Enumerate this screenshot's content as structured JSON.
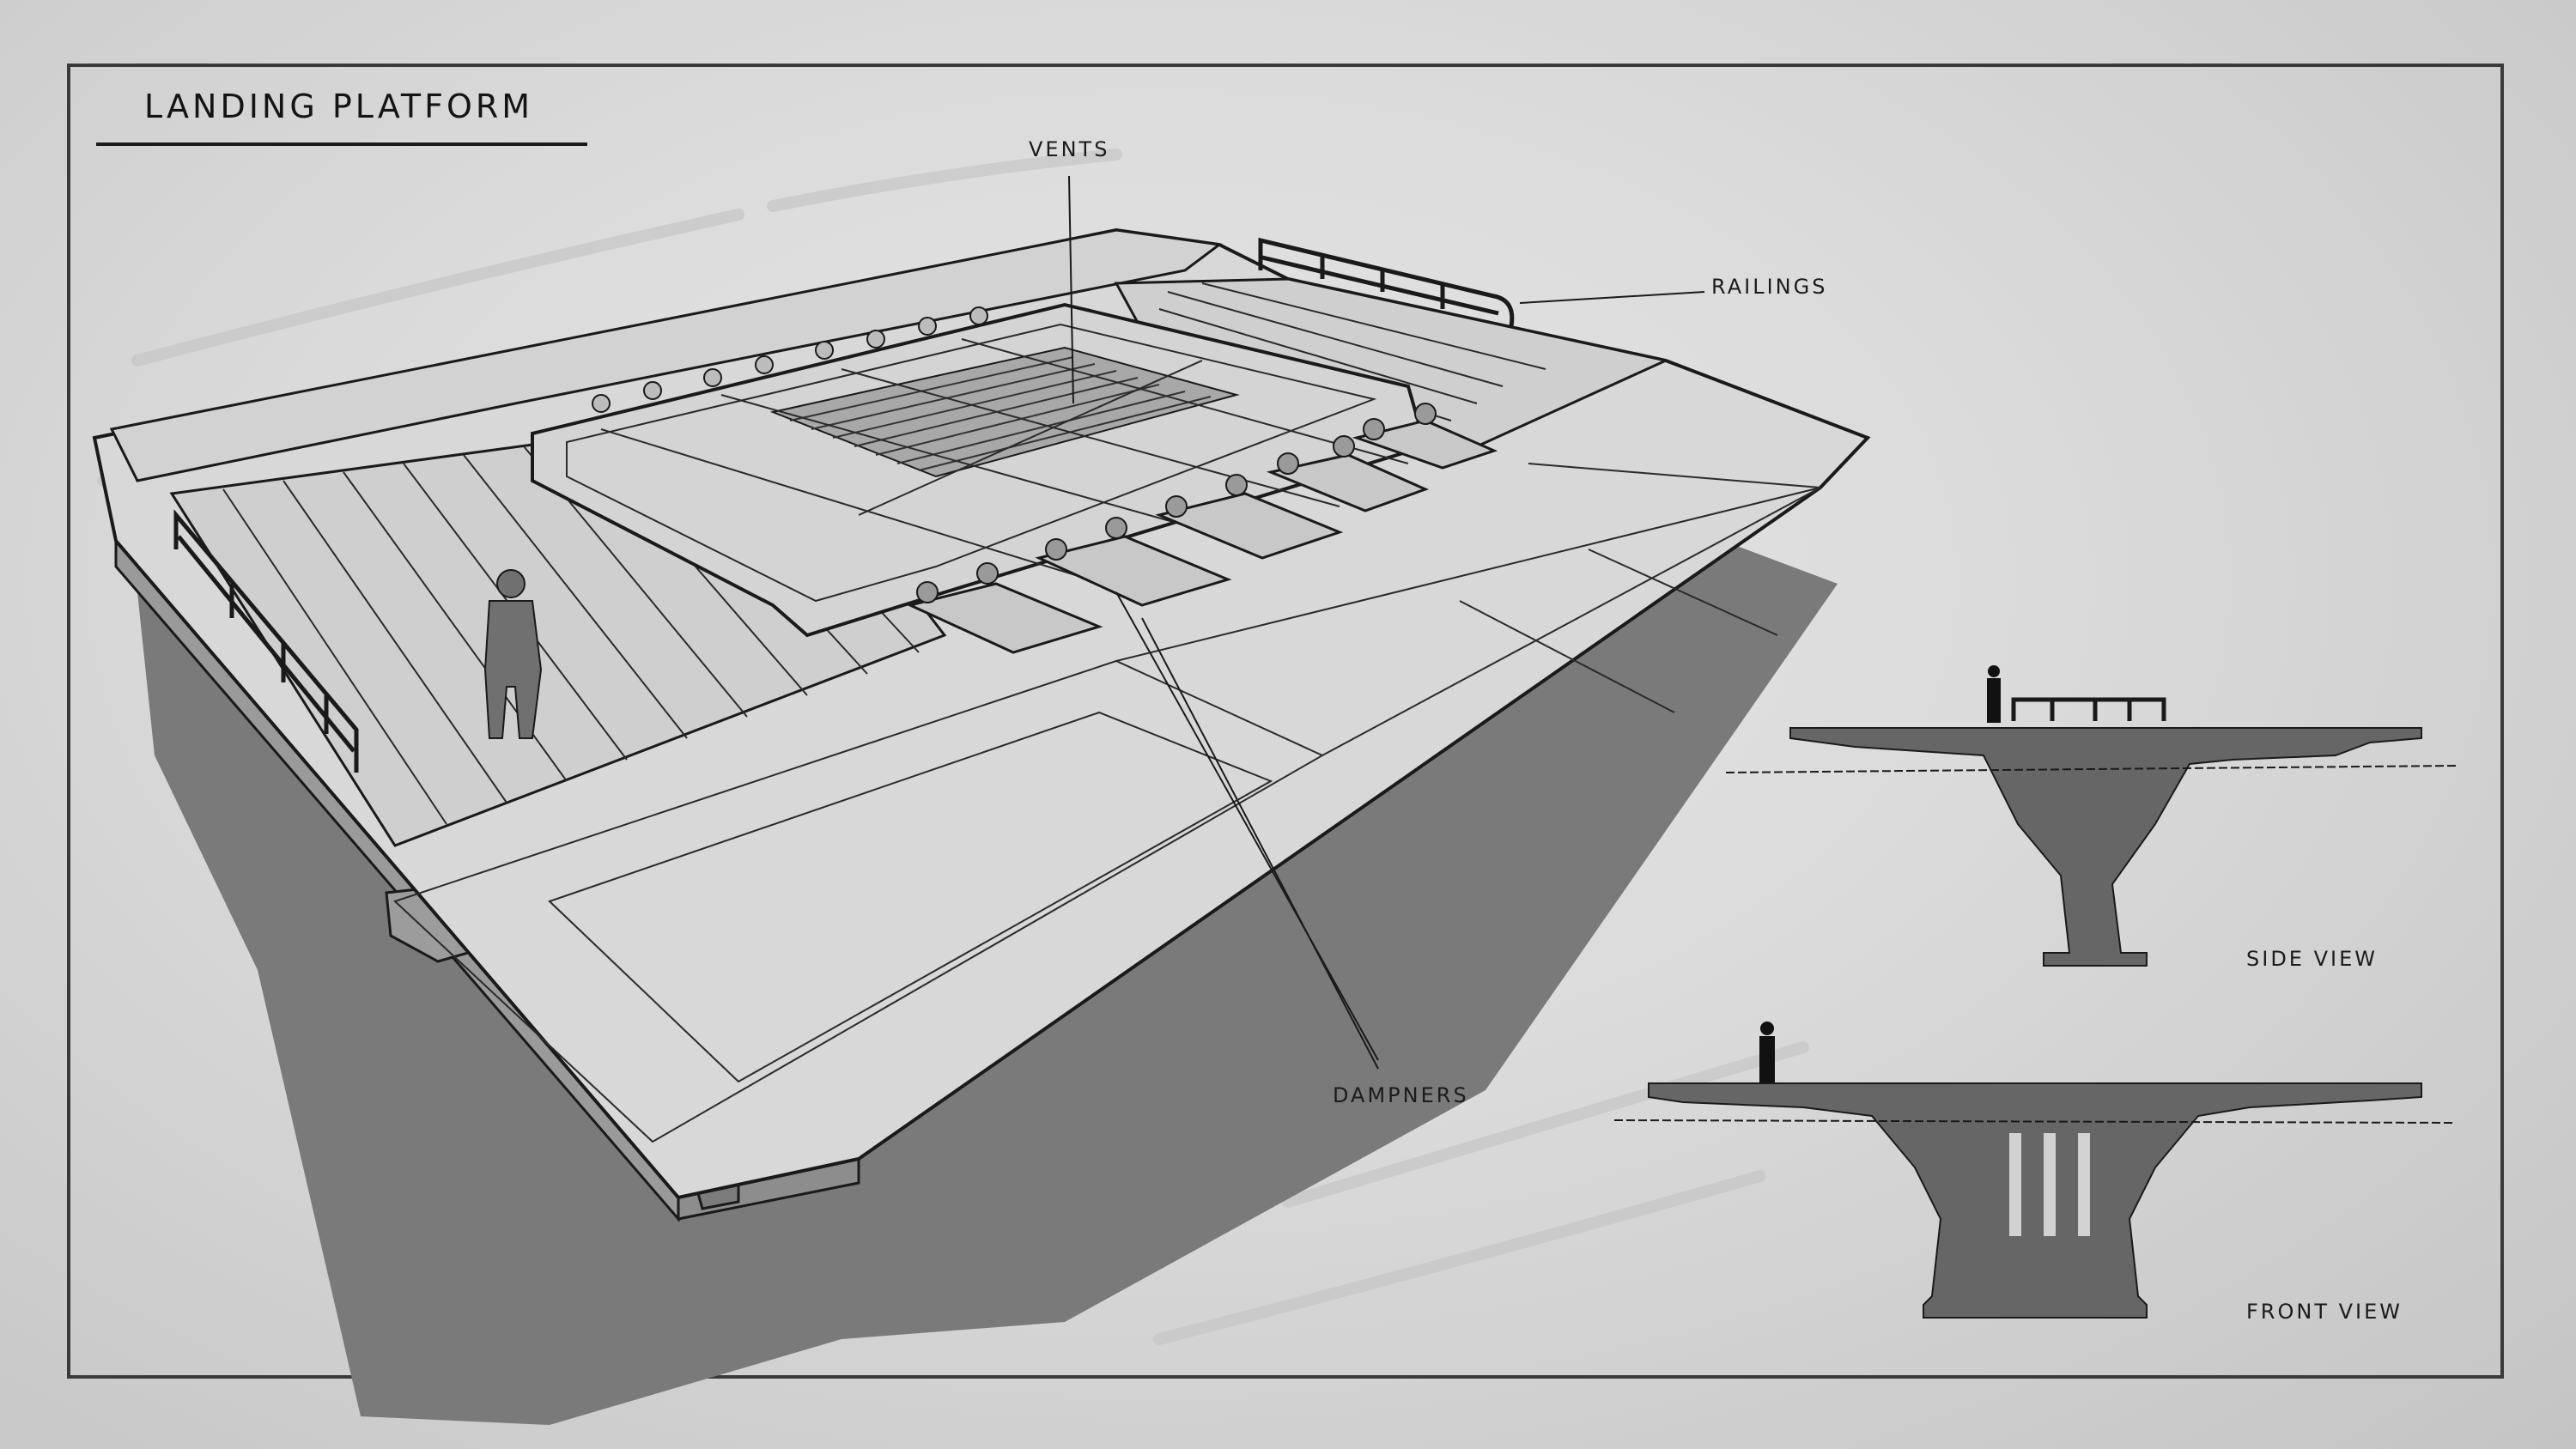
{
  "title": "LANDING PLATFORM",
  "labels": {
    "vents": "VENTS",
    "railings": "RAILINGS",
    "dampners": "DAMPNERS",
    "side_view": "SIDE  VIEW",
    "front_view": "FRONT VIEW"
  },
  "colors": {
    "paper": "#dcdcdc",
    "ink": "#1a1a1a",
    "deck": "#d6d6d6",
    "shadow": "#767676",
    "silhouette": "#676767"
  }
}
